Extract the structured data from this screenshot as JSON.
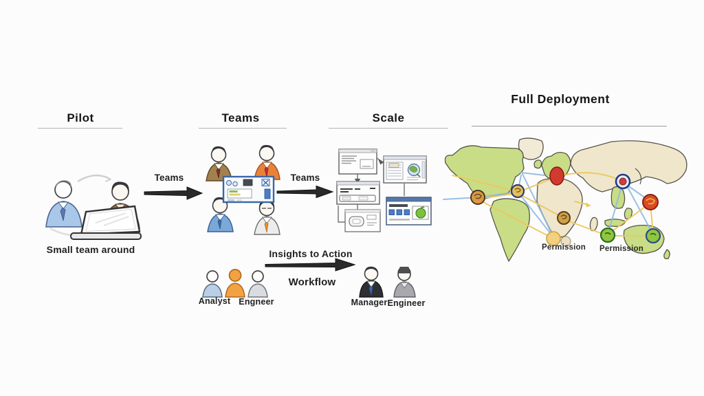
{
  "page": {
    "background": "#fcfcfc"
  },
  "headers": {
    "pilot": "Pilot",
    "teams": "Teams",
    "scale": "Scale",
    "full_deployment": "Full Deployment"
  },
  "pilot": {
    "caption": "Small team around"
  },
  "flow_arrows": {
    "pilot_to_teams_label": "Teams",
    "teams_to_scale_label": "Teams"
  },
  "workflow": {
    "top_label": "Insights to Action",
    "bottom_label": "Workflow",
    "left_roles": [
      {
        "label": "Analyst",
        "color": "#b9cfe6"
      },
      {
        "label": "",
        "color": "#f2a243"
      },
      {
        "label": "Engneer",
        "color": "#d9dde0"
      }
    ],
    "right_roles": [
      {
        "label": "Manager"
      },
      {
        "label": "Engineer"
      }
    ]
  },
  "map": {
    "permission_labels": [
      "Permission",
      "Permission"
    ],
    "region_colors": {
      "highlight": "#c9dd86",
      "land": "#efe6cc",
      "outline": "#55534a"
    },
    "link_colors": {
      "blue": "#8fb9e2",
      "yellow": "#ecc95c"
    },
    "nodes": [
      {
        "name": "central-america",
        "color": "#d99a45"
      },
      {
        "name": "mid-atlantic",
        "color": "#e5c05a"
      },
      {
        "name": "europe",
        "color": "#d03a30"
      },
      {
        "name": "east-africa",
        "color": "#cfa04a"
      },
      {
        "name": "south-atlantic",
        "color": "#f2d07e"
      },
      {
        "name": "south-atlantic-2",
        "color": "#eadfc5"
      },
      {
        "name": "east-asia",
        "color": "#cc4040"
      },
      {
        "name": "pacific",
        "color": "#d84a28"
      },
      {
        "name": "southeast-asia",
        "color": "#90c63e"
      },
      {
        "name": "australia-east",
        "color": "#90c63e"
      }
    ]
  }
}
